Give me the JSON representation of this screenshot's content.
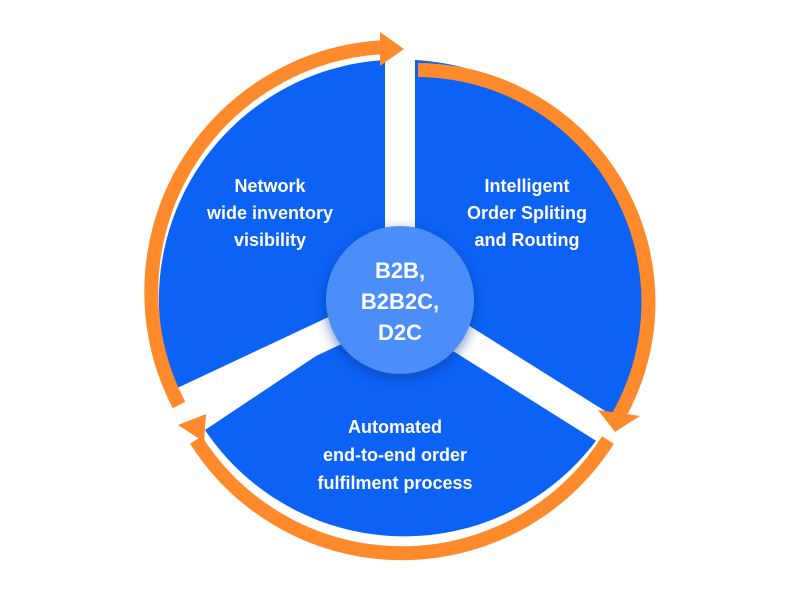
{
  "colors": {
    "background": "#ffffff",
    "segment_fill": "#0b62f5",
    "ring_stroke": "#ff8a2b",
    "hub_fill": "#4b8ef9",
    "hub_shadow": "#0d2f8a",
    "text": "#ffffff"
  },
  "hub": {
    "lines": [
      "B2B,",
      "B2B2C,",
      "D2C"
    ]
  },
  "segments": [
    {
      "id": "inventory",
      "lines": [
        "Network",
        "wide inventory",
        "visibility"
      ]
    },
    {
      "id": "routing",
      "lines": [
        "Intelligent",
        "Order Spliting",
        "and Routing"
      ]
    },
    {
      "id": "fulfilment",
      "lines": [
        "Automated",
        "end-to-end order",
        "fulfilment process"
      ]
    }
  ],
  "icons": {
    "cycle_arrow": "arrow-head-icon"
  }
}
